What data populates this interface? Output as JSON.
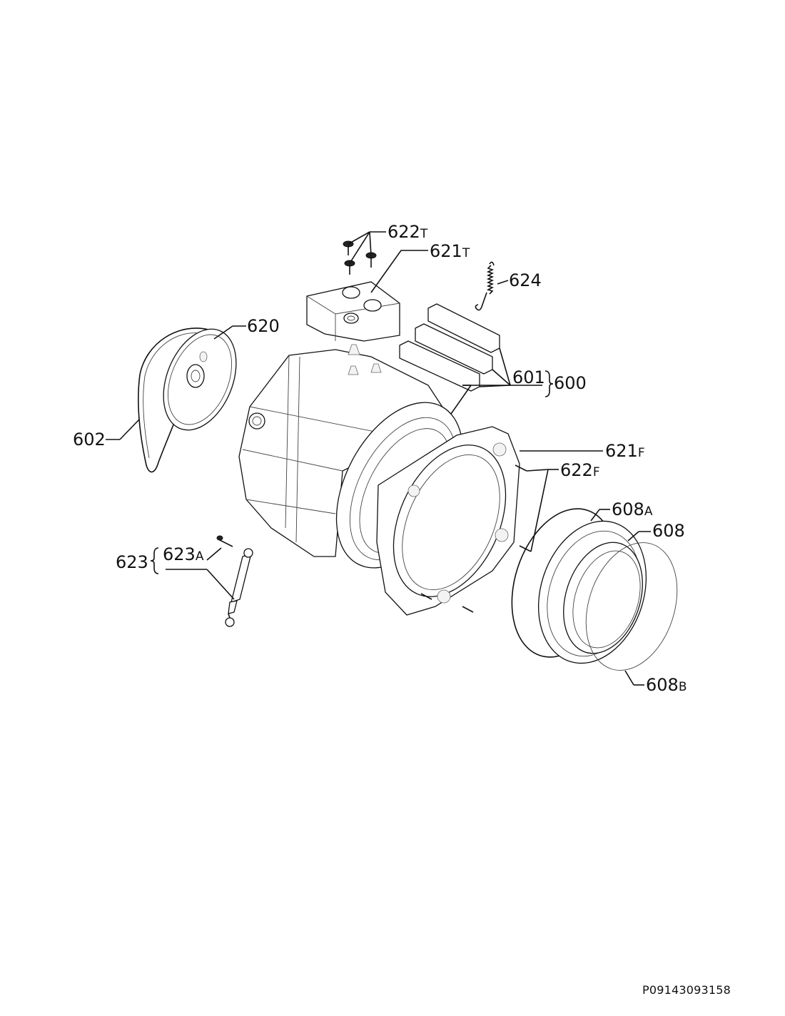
{
  "labels": {
    "l600": "600",
    "l601": "601",
    "l602": "602",
    "l608": "608",
    "l608a": {
      "num": "608",
      "suffix": "A"
    },
    "l608b": {
      "num": "608",
      "suffix": "B"
    },
    "l620": "620",
    "l621t": {
      "num": "621",
      "suffix": "T"
    },
    "l621f": {
      "num": "621",
      "suffix": "F"
    },
    "l622t": {
      "num": "622",
      "suffix": "T"
    },
    "l622f": {
      "num": "622",
      "suffix": "F"
    },
    "l623": "623",
    "l623a": {
      "num": "623",
      "suffix": "A"
    },
    "l624": "624"
  },
  "reference_code": "P09143093158"
}
